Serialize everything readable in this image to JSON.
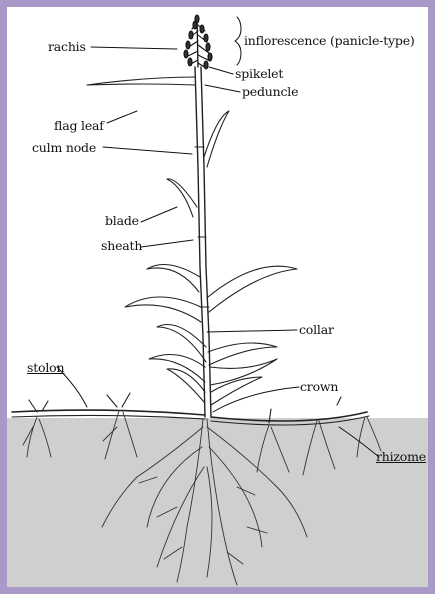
{
  "labels": {
    "rachis": "rachis",
    "inflorescence": "inflorescence (panicle-type)",
    "spikelet": "spikelet",
    "peduncle": "peduncle",
    "flag_leaf": "flag leaf",
    "culm_node": "culm node",
    "blade": "blade",
    "sheath": "sheath",
    "collar": "collar",
    "stolon": "stolon",
    "crown": "crown",
    "rhizome": "rhizome"
  },
  "colors": {
    "frame_border": "#a899c9",
    "background": "#ffffff",
    "soil": "#cfcfcf",
    "line": "#222222"
  }
}
